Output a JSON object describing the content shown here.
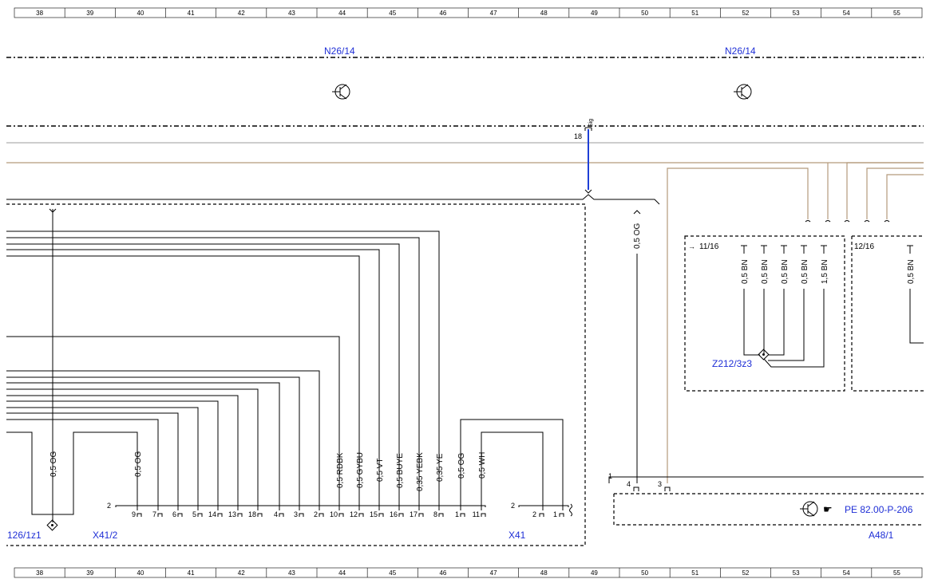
{
  "grid_columns": [
    "38",
    "39",
    "40",
    "41",
    "42",
    "43",
    "44",
    "45",
    "46",
    "47",
    "48",
    "49",
    "50",
    "51",
    "52",
    "53",
    "54",
    "55"
  ],
  "components": {
    "n26_left": "N26/14",
    "n26_right": "N26/14",
    "z212": "Z212/3z3",
    "x41_2": "X41/2",
    "x41": "X41",
    "a48_1": "A48/1",
    "splice_left": "126/1z1",
    "reference": "PE 82.00-P-206"
  },
  "connectors": {
    "sig_label": "Sig",
    "sig_pin": "18",
    "conn_a": "11/16",
    "conn_b": "12/16",
    "x41_2_count": "2",
    "x41_count": "2",
    "a48_count": "1"
  },
  "wires": {
    "og_main": "0,5 OG",
    "og_left": "0,5 OG",
    "og_mid": "0,5 OG",
    "rdbk": "0,5 RDBK",
    "gybu": "0,5 GYBU",
    "vt": "0,5 VT",
    "buye": "0,5 BUYE",
    "yebk": "0,35 YEBK",
    "ye": "0,35 YE",
    "og2": "0,5 OG",
    "wh": "0,5 WH",
    "bn1": "0,5 BN",
    "bn2": "0,5 BN",
    "bn3": "0,5 BN",
    "bn4": "0,5 BN",
    "bn5": "1,5 BN",
    "bn6": "0,5 BN"
  },
  "x41_2_pins": [
    "9",
    "7",
    "6",
    "5",
    "14",
    "13",
    "18",
    "4",
    "3",
    "2",
    "10",
    "12",
    "15",
    "16",
    "17",
    "8",
    "1",
    "11"
  ],
  "x41_pins": [
    "2",
    "1"
  ],
  "a48_pins": [
    "4",
    "3"
  ],
  "colors": {
    "component_label": "#1f2fd6",
    "signal_wire": "#1f3fd6",
    "brown_wire": "#b49a7c"
  }
}
